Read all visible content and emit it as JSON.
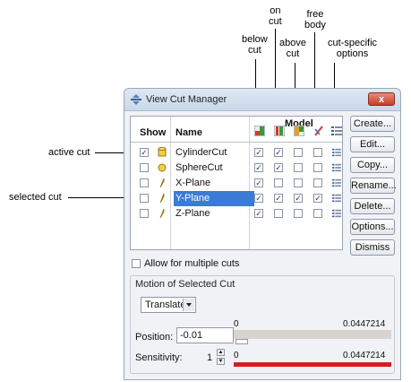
{
  "callouts": {
    "below_cut": [
      "below",
      "cut"
    ],
    "on_cut": [
      "on",
      "cut"
    ],
    "above_cut": [
      "above",
      "cut"
    ],
    "free_body": [
      "free",
      "body"
    ],
    "cut_specific": [
      "cut-specific",
      "options"
    ],
    "active_cut": "active cut",
    "selected_cut": "selected cut"
  },
  "window": {
    "title": "View Cut Manager",
    "close_label": "x"
  },
  "table": {
    "headers": {
      "show": "Show",
      "name": "Name",
      "model": "Model"
    },
    "rows": [
      {
        "name": "CylinderCut",
        "show": true,
        "shape": "cylinder",
        "below": true,
        "on": true,
        "above": false,
        "free": false,
        "selected": false
      },
      {
        "name": "SphereCut",
        "show": false,
        "shape": "sphere",
        "below": true,
        "on": true,
        "above": false,
        "free": false,
        "selected": false
      },
      {
        "name": "X-Plane",
        "show": false,
        "shape": "plane",
        "below": true,
        "on": false,
        "above": false,
        "free": false,
        "selected": false
      },
      {
        "name": "Y-Plane",
        "show": false,
        "shape": "plane",
        "below": true,
        "on": true,
        "above": true,
        "free": true,
        "selected": true
      },
      {
        "name": "Z-Plane",
        "show": false,
        "shape": "plane",
        "below": true,
        "on": false,
        "above": false,
        "free": false,
        "selected": false
      }
    ]
  },
  "buttons": [
    "Create...",
    "Edit...",
    "Copy...",
    "Rename...",
    "Delete...",
    "Options...",
    "Dismiss"
  ],
  "allow_multiple": {
    "label": "Allow for multiple cuts",
    "checked": false
  },
  "motion": {
    "group_title": "Motion of Selected Cut",
    "mode": "Translate",
    "position_label": "Position:",
    "position_value": "-0.01",
    "range_min": "0",
    "range_max": "0.0447214",
    "sensitivity_label": "Sensitivity:",
    "sensitivity_value": "1",
    "sens_min": "0",
    "sens_max": "0.0447214"
  },
  "colors": {
    "selection": "#3b7bd6",
    "sensitivity_bar": "#d51f1f",
    "close": "#c0402b"
  }
}
